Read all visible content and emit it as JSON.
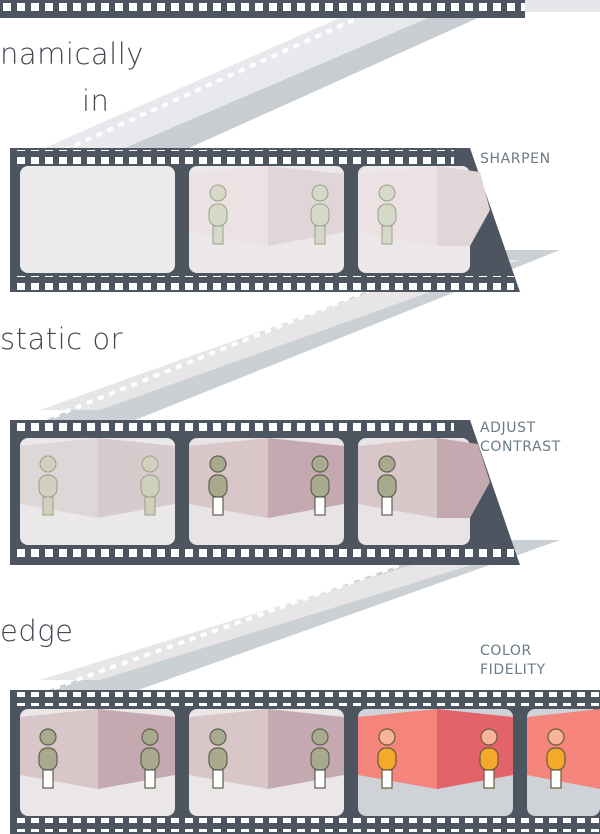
{
  "text_fragments": [
    "namically",
    "in",
    "static or",
    "edge"
  ],
  "stages": [
    {
      "label": "SHARPEN"
    },
    {
      "label": "ADJUST CONTRAST"
    },
    {
      "label": "COLOR FIDELITY"
    }
  ],
  "colors": {
    "film": "#4d5660",
    "film_faded": "#c3c8cd",
    "frame_bg": "#ece9ea",
    "wall_left": "#ddd3d6",
    "wall_right": "#c9b3b9",
    "figure": "#a9a98e",
    "figure_faded": "#d6d8c8",
    "warm_left": "#f4847c",
    "warm_right": "#e4636a",
    "warm_figure": "#f3a92a",
    "label": "#6b7b87"
  }
}
